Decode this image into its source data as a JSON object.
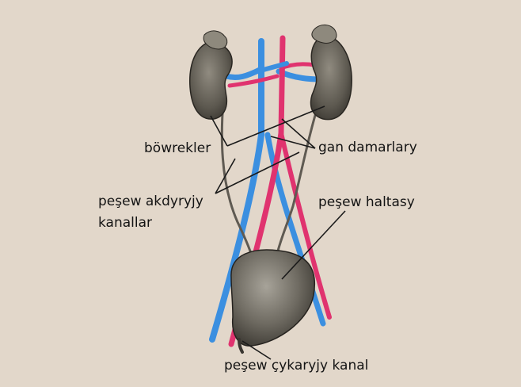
{
  "labels": {
    "kidneys": "böwrekler",
    "blood_vessels": "gan damarlary",
    "ureters_line1": "peşew akdyryjy",
    "ureters_line2": "kanallar",
    "bladder": "peşew haltasy",
    "urethra": "peşew çykaryjy kanal"
  },
  "colors": {
    "background": "#e2d7ca",
    "vein": "#3b8fe0",
    "artery": "#e0336f",
    "organ": "#6e6a60",
    "leader_line": "#1a1a1a"
  }
}
